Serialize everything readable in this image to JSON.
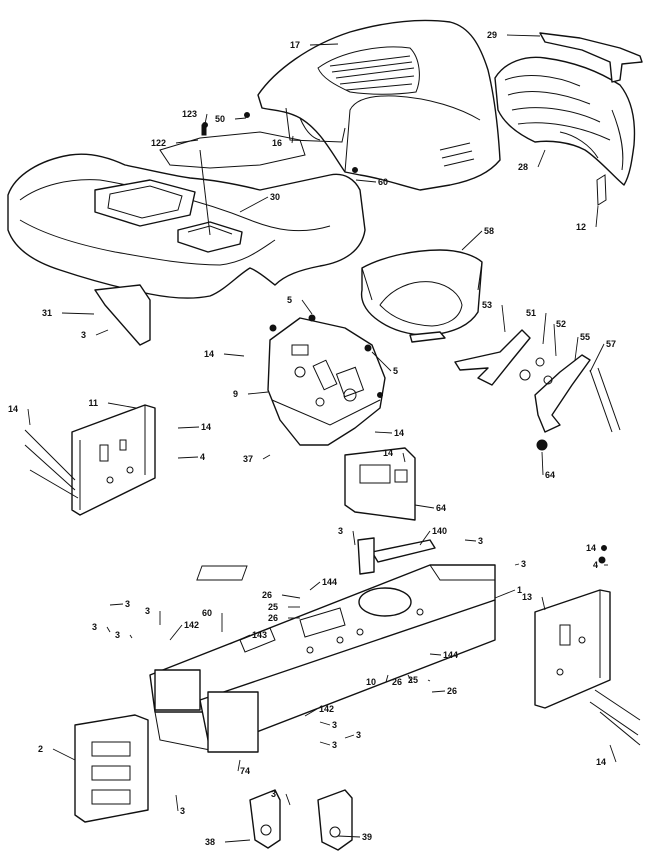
{
  "diagram": {
    "line_color": "#111111",
    "background": "#ffffff",
    "callouts": [
      {
        "id": "c17",
        "text": "17"
      },
      {
        "id": "c29",
        "text": "29"
      },
      {
        "id": "c123",
        "text": "123"
      },
      {
        "id": "c122",
        "text": "122"
      },
      {
        "id": "c50",
        "text": "50"
      },
      {
        "id": "c16",
        "text": "16"
      },
      {
        "id": "c28",
        "text": "28"
      },
      {
        "id": "c30",
        "text": "30"
      },
      {
        "id": "c60a",
        "text": "60"
      },
      {
        "id": "c12",
        "text": "12"
      },
      {
        "id": "c58",
        "text": "58"
      },
      {
        "id": "c31",
        "text": "31"
      },
      {
        "id": "c3a",
        "text": "3"
      },
      {
        "id": "c5a",
        "text": "5"
      },
      {
        "id": "c53",
        "text": "53"
      },
      {
        "id": "c51",
        "text": "51"
      },
      {
        "id": "c52",
        "text": "52"
      },
      {
        "id": "c55",
        "text": "55"
      },
      {
        "id": "c57",
        "text": "57"
      },
      {
        "id": "c14a",
        "text": "14"
      },
      {
        "id": "c5b",
        "text": "5"
      },
      {
        "id": "c9",
        "text": "9"
      },
      {
        "id": "c11",
        "text": "11"
      },
      {
        "id": "c14b",
        "text": "14"
      },
      {
        "id": "c14c",
        "text": "14"
      },
      {
        "id": "c4a",
        "text": "4"
      },
      {
        "id": "c14d",
        "text": "14"
      },
      {
        "id": "c37",
        "text": "37"
      },
      {
        "id": "c14e",
        "text": "14"
      },
      {
        "id": "c64a",
        "text": "64"
      },
      {
        "id": "c64b",
        "text": "64"
      },
      {
        "id": "c3b",
        "text": "3"
      },
      {
        "id": "c140",
        "text": "140"
      },
      {
        "id": "c3c",
        "text": "3"
      },
      {
        "id": "c14f",
        "text": "14"
      },
      {
        "id": "c4b",
        "text": "4"
      },
      {
        "id": "c3d",
        "text": "3"
      },
      {
        "id": "c1",
        "text": "1"
      },
      {
        "id": "c13",
        "text": "13"
      },
      {
        "id": "c144a",
        "text": "144"
      },
      {
        "id": "c26a",
        "text": "26"
      },
      {
        "id": "c25a",
        "text": "25"
      },
      {
        "id": "c26b",
        "text": "26"
      },
      {
        "id": "c3e",
        "text": "3"
      },
      {
        "id": "c3f",
        "text": "3"
      },
      {
        "id": "c60b",
        "text": "60"
      },
      {
        "id": "c3g",
        "text": "3"
      },
      {
        "id": "c3h",
        "text": "3"
      },
      {
        "id": "c142a",
        "text": "142"
      },
      {
        "id": "c143",
        "text": "143"
      },
      {
        "id": "c144b",
        "text": "144"
      },
      {
        "id": "c10",
        "text": "10"
      },
      {
        "id": "c26c",
        "text": "26"
      },
      {
        "id": "c25b",
        "text": "25"
      },
      {
        "id": "c26d",
        "text": "26"
      },
      {
        "id": "c142b",
        "text": "142"
      },
      {
        "id": "c3i",
        "text": "3"
      },
      {
        "id": "c3j",
        "text": "3"
      },
      {
        "id": "c3k",
        "text": "3"
      },
      {
        "id": "c2",
        "text": "2"
      },
      {
        "id": "c74",
        "text": "74"
      },
      {
        "id": "c3l",
        "text": "3"
      },
      {
        "id": "c14g",
        "text": "14"
      },
      {
        "id": "c38",
        "text": "38"
      },
      {
        "id": "c3m",
        "text": "3"
      },
      {
        "id": "c39",
        "text": "39"
      }
    ]
  }
}
